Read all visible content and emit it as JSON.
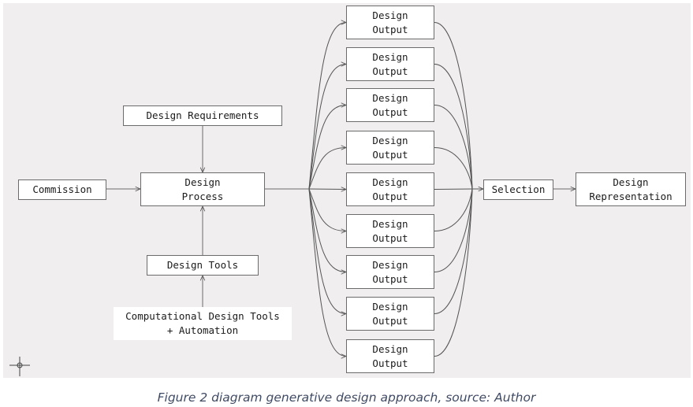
{
  "diagram": {
    "nodes": {
      "commission": "Commission",
      "design_requirements": "Design Requirements",
      "design_process": "Design\nProcess",
      "design_tools": "Design Tools",
      "computational_tools": "Computational Design Tools\n+ Automation",
      "selection": "Selection",
      "design_representation": "Design\nRepresentation"
    },
    "outputs": [
      "Design\nOutput",
      "Design\nOutput",
      "Design\nOutput",
      "Design\nOutput",
      "Design\nOutput",
      "Design\nOutput",
      "Design\nOutput",
      "Design\nOutput",
      "Design\nOutput"
    ],
    "edges": [
      [
        "commission",
        "design_process"
      ],
      [
        "design_requirements",
        "design_process"
      ],
      [
        "design_tools",
        "design_process"
      ],
      [
        "computational_tools",
        "design_tools"
      ],
      [
        "design_process",
        "design_outputs"
      ],
      [
        "design_outputs",
        "selection"
      ],
      [
        "selection",
        "design_representation"
      ]
    ],
    "crosshair_icon": "ucs-crosshair"
  },
  "caption": "Figure 2 diagram generative design approach, source: Author"
}
